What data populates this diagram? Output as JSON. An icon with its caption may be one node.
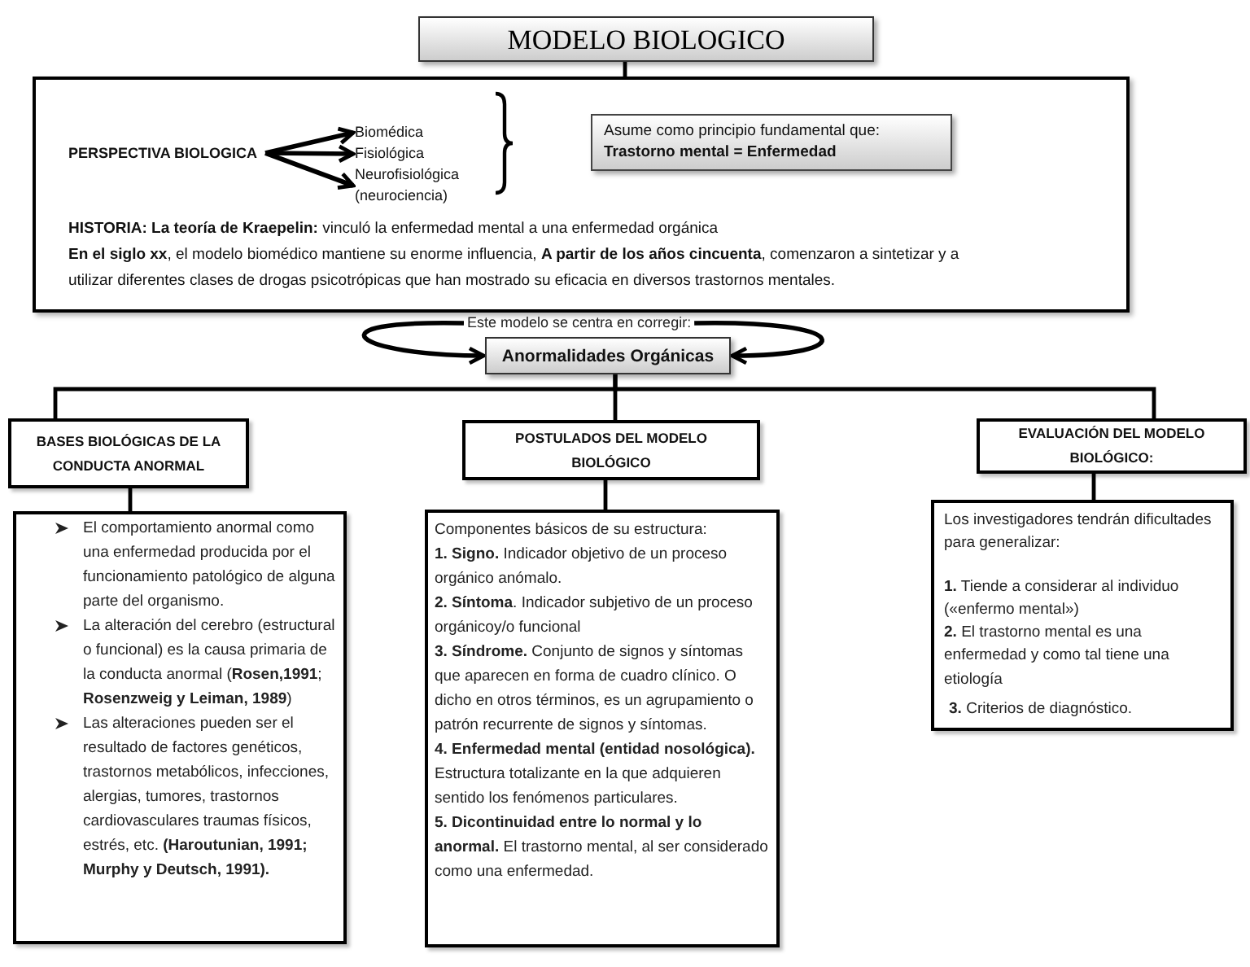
{
  "diagram": {
    "nodes": [
      {
        "text": [
          "MODELO BIOLOGICO"
        ]
      },
      {
        "text": [
          "**HISTORIA: La teoría de Kraepelin:** vinculó la enfermedad mental a una enfermedad orgánica",
          "**En el siglo xx**, el modelo biomédico mantiene su enorme influencia, **A partir de los años cincuenta**, comenzaron a sintetizar y a utilizar diferentes clases de drogas psicotrópicas que han mostrado su eficacia en diversos trastornos mentales."
        ]
      },
      {
        "text": [
          "PERSPECTIVA BIOLOGICA"
        ],
        "in": 1
      },
      {
        "text": [
          "Biomédica"
        ],
        "in": 1
      },
      {
        "text": [
          "Fisiológica"
        ],
        "in": 1
      },
      {
        "text": [
          "Neurofisiológica (neurociencia)"
        ],
        "in": 1
      },
      {
        "text": [
          "Asume como principio fundamental que:",
          "Trastorno mental = Enfermedad"
        ],
        "in": 1
      },
      {
        "text": [
          "Este modelo se centra en corregir:"
        ]
      },
      {
        "text": [
          "Anormalidades Orgánicas"
        ]
      },
      {
        "text": [
          "BASES BIOLÓGICAS DE LA CONDUCTA ANORMAL"
        ]
      },
      {
        "text": [
          "POSTULADOS DEL MODELO BIOLÓGICO"
        ]
      },
      {
        "text": [
          "EVALUACIÓN DEL MODELO BIOLÓGICO:"
        ]
      },
      {
        "text": [
          "El comportamiento anormal como una enfermedad producida por el funcionamiento patológico de alguna parte del organismo.",
          "La alteración del cerebro (estructural o funcional) es la causa primaria de la conducta anormal (**Rosen,1991**; **Rosenzweig y Leiman, 1989**)",
          "Las alteraciones pueden ser el resultado de factores genéticos, trastornos metabólicos, infecciones, alergias, tumores, trastornos cardiovasculares traumas físicos, estrés, etc. **(Haroutunian, 1991; Murphy y Deutsch, 1991).**"
        ]
      },
      {
        "text": [
          "Componentes básicos de su estructura:",
          "**1. Signo.** Indicador objetivo de un proceso orgánico anómalo.",
          "**2. Síntoma**. Indicador subjetivo de un proceso orgánicoy/o funcional",
          "**3. Síndrome.** Conjunto de signos y síntomas que aparecen en forma de cuadro clínico. O dicho en otros términos, es un agrupamiento o patrón recurrente de signos y síntomas.",
          "**4. Enfermedad mental (entidad nosológica).** Estructura totalizante en la que adquieren sentido los fenómenos particulares.",
          "**5. Dicontinuidad entre lo normal y lo anormal.** El trastorno mental, al ser considerado como una enfermedad."
        ]
      },
      {
        "text": [
          "Los investigadores tendrán dificultades para generalizar:",
          "**1.** Tiende a considerar al individuo («enfermo mental»)",
          "**2.** El trastorno mental es una enfermedad y como tal tiene una etiología",
          "**3.** Criterios de diagnóstico."
        ]
      }
    ],
    "edges": [
      {
        "from": 0,
        "to": 1,
        "arrow": "none"
      },
      {
        "from": 2,
        "to": 3,
        "arrow": "to"
      },
      {
        "from": 2,
        "to": 4,
        "arrow": "to"
      },
      {
        "from": 2,
        "to": 5,
        "arrow": "to"
      },
      {
        "from": 7,
        "to": 8,
        "arrow": "to"
      },
      {
        "from": 7,
        "to": 8,
        "arrow": "to"
      },
      {
        "from": 8,
        "to": 9,
        "arrow": "none"
      },
      {
        "from": 8,
        "to": 10,
        "arrow": "none"
      },
      {
        "from": 8,
        "to": 11,
        "arrow": "none"
      },
      {
        "from": 9,
        "to": 12,
        "arrow": "none"
      },
      {
        "from": 10,
        "to": 13,
        "arrow": "none"
      },
      {
        "from": 11,
        "to": 14,
        "arrow": "none"
      }
    ]
  }
}
